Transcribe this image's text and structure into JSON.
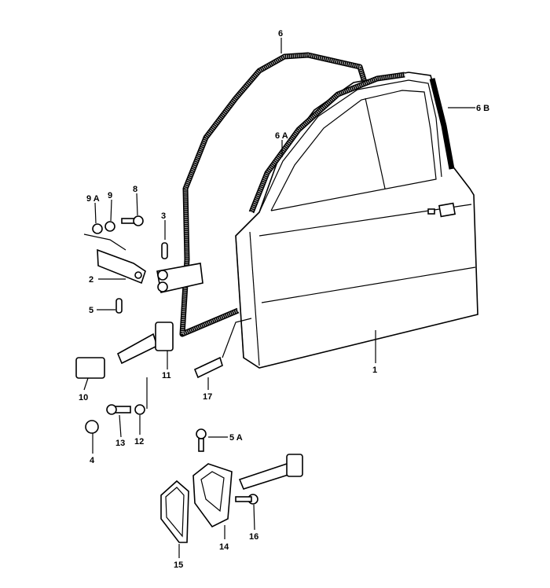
{
  "diagram": {
    "title": "Door parts exploded view",
    "labels": {
      "l1": "1",
      "l2": "2",
      "l3": "3",
      "l4": "4",
      "l5": "5",
      "l5a": "5 A",
      "l6": "6",
      "l6a": "6 A",
      "l6b": "6 B",
      "l8": "8",
      "l9": "9",
      "l9a": "9 A",
      "l10": "10",
      "l11": "11",
      "l12": "12",
      "l13": "13",
      "l14": "14",
      "l15": "15",
      "l16": "16",
      "l17": "17"
    }
  }
}
